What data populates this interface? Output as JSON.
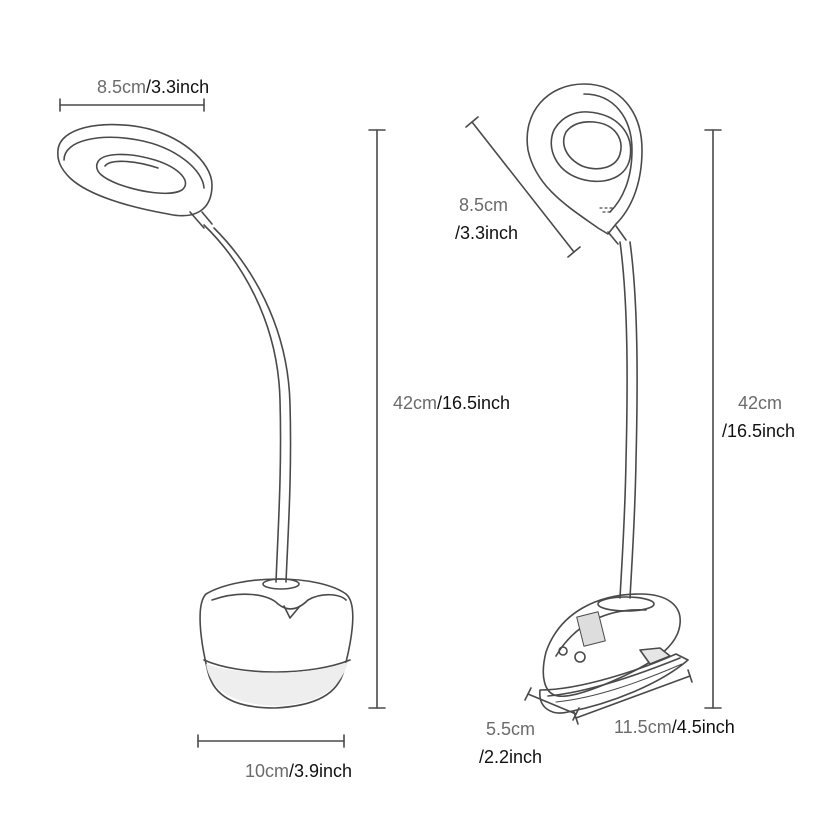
{
  "left_lamp": {
    "head_width": {
      "cm": "8.5cm",
      "inch": "/3.3inch"
    },
    "height": {
      "cm": "42cm",
      "inch": "/16.5inch"
    },
    "base_width": {
      "cm": "10cm",
      "inch": "/3.9inch"
    }
  },
  "right_lamp": {
    "head_diameter": {
      "cm": "8.5cm",
      "inch": "/3.3inch"
    },
    "height": {
      "cm": "42cm",
      "inch": "/16.5inch"
    },
    "clip_width": {
      "cm": "5.5cm",
      "inch": "/2.2inch"
    },
    "clip_length": {
      "cm": "11.5cm",
      "inch": "/4.5inch"
    }
  },
  "colors": {
    "line": "#4a4a4a",
    "cm_text": "#6b6b6b",
    "inch_text": "#111111"
  }
}
